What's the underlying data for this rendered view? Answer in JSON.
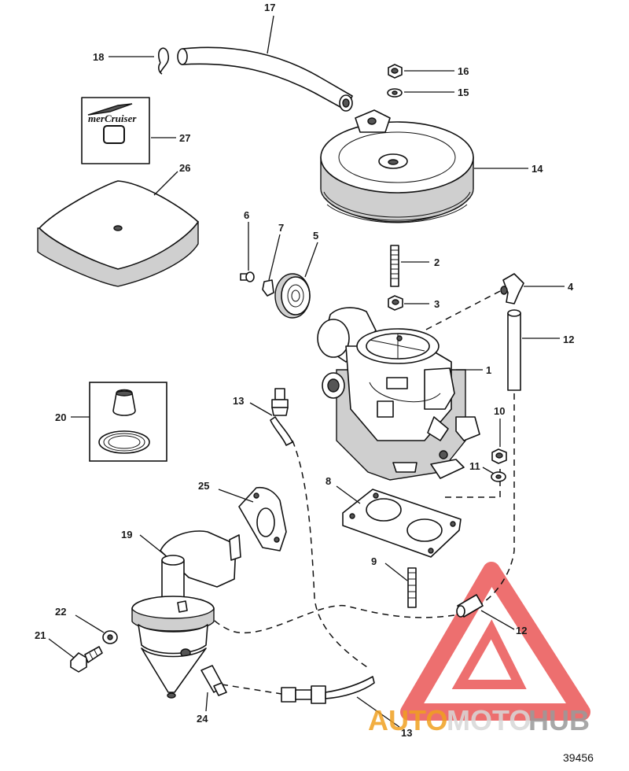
{
  "figure_number": "39456",
  "callouts": [
    {
      "id": "c1",
      "text": "1"
    },
    {
      "id": "c2",
      "text": "2"
    },
    {
      "id": "c3",
      "text": "3"
    },
    {
      "id": "c4",
      "text": "4"
    },
    {
      "id": "c5",
      "text": "5"
    },
    {
      "id": "c6",
      "text": "6"
    },
    {
      "id": "c7",
      "text": "7"
    },
    {
      "id": "c8",
      "text": "8"
    },
    {
      "id": "c9",
      "text": "9"
    },
    {
      "id": "c10",
      "text": "10"
    },
    {
      "id": "c11",
      "text": "11"
    },
    {
      "id": "c12a",
      "text": "12"
    },
    {
      "id": "c12b",
      "text": "12"
    },
    {
      "id": "c13a",
      "text": "13"
    },
    {
      "id": "c13b",
      "text": "13"
    },
    {
      "id": "c14",
      "text": "14"
    },
    {
      "id": "c15",
      "text": "15"
    },
    {
      "id": "c16",
      "text": "16"
    },
    {
      "id": "c17",
      "text": "17"
    },
    {
      "id": "c18",
      "text": "18"
    },
    {
      "id": "c19",
      "text": "19"
    },
    {
      "id": "c20",
      "text": "20"
    },
    {
      "id": "c21",
      "text": "21"
    },
    {
      "id": "c22",
      "text": "22"
    },
    {
      "id": "c24",
      "text": "24"
    },
    {
      "id": "c25",
      "text": "25"
    },
    {
      "id": "c26",
      "text": "26"
    },
    {
      "id": "c27",
      "text": "27"
    }
  ],
  "decal_text": "merCruiser",
  "watermark": {
    "part1": "AUTO",
    "part2": "MOTO",
    "part3": "HUB",
    "color_main": "#f0a020",
    "color_accent": "#d8d8d8",
    "triangle_color": "#e84040"
  }
}
